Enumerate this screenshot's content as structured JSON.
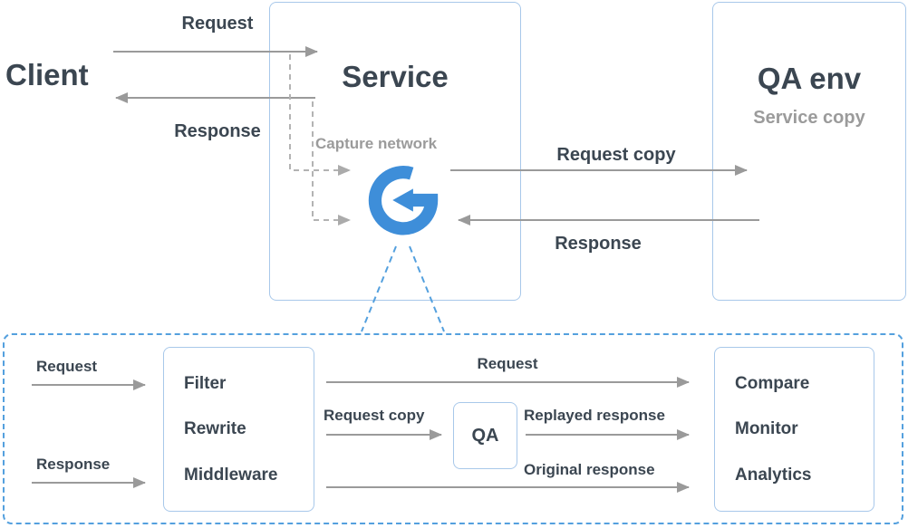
{
  "colors": {
    "accent_blue": "#3e8ed9",
    "box_border": "#a8c8ea",
    "panel_border": "#54a0de",
    "arrow_gray": "#9a9a9a",
    "text_dark": "#3b4651",
    "text_gray": "#9b9b9b"
  },
  "top": {
    "client_label": "Client",
    "request_label": "Request",
    "response_label": "Response",
    "service_box": {
      "title": "Service",
      "capture_label": "Capture network",
      "logo_icon": "circular-replay-arrow"
    },
    "request_copy_label": "Request copy",
    "qa_response_label": "Response",
    "qa_env_box": {
      "title": "QA env",
      "subtitle": "Service copy"
    }
  },
  "detail_panel": {
    "request_in_label": "Request",
    "response_in_label": "Response",
    "processor_box": {
      "items": [
        "Filter",
        "Rewrite",
        "Middleware"
      ]
    },
    "request_out_label": "Request",
    "request_copy_label": "Request copy",
    "qa_label": "QA",
    "replayed_response_label": "Replayed response",
    "original_response_label": "Original response",
    "output_box": {
      "items": [
        "Compare",
        "Monitor",
        "Analytics"
      ]
    }
  }
}
